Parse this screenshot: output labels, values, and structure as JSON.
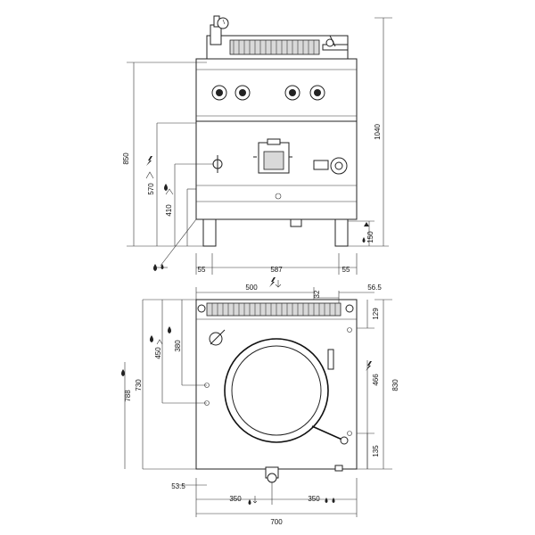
{
  "front_view": {
    "dims": {
      "height_total": "1040",
      "height_worktop": "850",
      "height_elec": "570",
      "height_water": "410",
      "height_feet": "150",
      "width_left": "55",
      "width_mid": "587",
      "width_right": "55"
    }
  },
  "top_view": {
    "dims": {
      "width_top_elec": "500",
      "offset_32": "32",
      "offset_56_5": "56.5",
      "depth_129": "129",
      "depth_380": "380",
      "depth_450": "450",
      "depth_730": "730",
      "depth_788": "788",
      "depth_830": "830",
      "depth_466": "466",
      "depth_135": "135",
      "offset_53_5": "53.5",
      "width_350_left": "350",
      "width_350_right": "350",
      "width_total": "700"
    }
  },
  "icons": {
    "electric": "lightning-arrow-icon",
    "water_inlet": "water-drop-icon",
    "drain": "drain-icon"
  }
}
